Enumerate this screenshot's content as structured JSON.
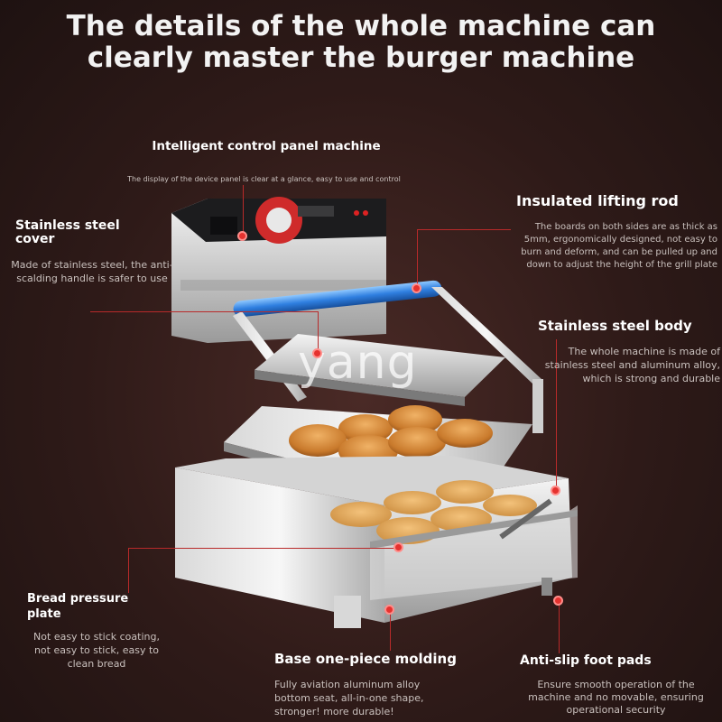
{
  "title": "The details of the whole machine can clearly master the burger machine",
  "watermark": "yang",
  "features": {
    "control_panel": {
      "title": "Intelligent control panel machine",
      "desc": "The display of the device panel is clear at a glance, easy to use and control"
    },
    "lifting_rod": {
      "title": "Insulated lifting rod",
      "desc": "The boards on both sides are as thick as 5mm, ergonomically designed, not easy to burn and deform, and can be pulled up and down to adjust the height of the grill plate"
    },
    "cover": {
      "title": "Stainless steel cover",
      "desc": "Made of stainless steel, the anti-scalding handle is safer to use"
    },
    "body": {
      "title": "Stainless steel body",
      "desc": "The whole machine is made of stainless steel and aluminum alloy, which is strong and durable"
    },
    "pressure_plate": {
      "title": "Bread pressure plate",
      "desc": "Not easy to stick coating, not easy to stick, easy to clean bread"
    },
    "base": {
      "title": "Base one-piece molding",
      "desc": "Fully aviation aluminum alloy bottom seat, all-in-one shape, stronger! more durable!"
    },
    "foot_pads": {
      "title": "Anti-slip foot pads",
      "desc": "Ensure smooth operation of the machine and no movable, ensuring operational security"
    }
  }
}
